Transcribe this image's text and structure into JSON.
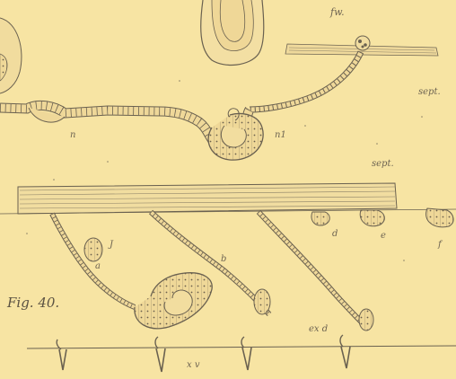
{
  "plate": {
    "background": "#f7e4a3",
    "ink": "#5c5446",
    "labels": {
      "fw": "fw.",
      "sept_upper": "sept.",
      "sept_mid": "sept.",
      "n": "n",
      "n1": "n1",
      "fig": "Fig. 40.",
      "a": "a",
      "b": "b",
      "d": "d",
      "e": "e",
      "f": "f",
      "j": "J",
      "exd": "ex d",
      "xv": "x v"
    }
  }
}
